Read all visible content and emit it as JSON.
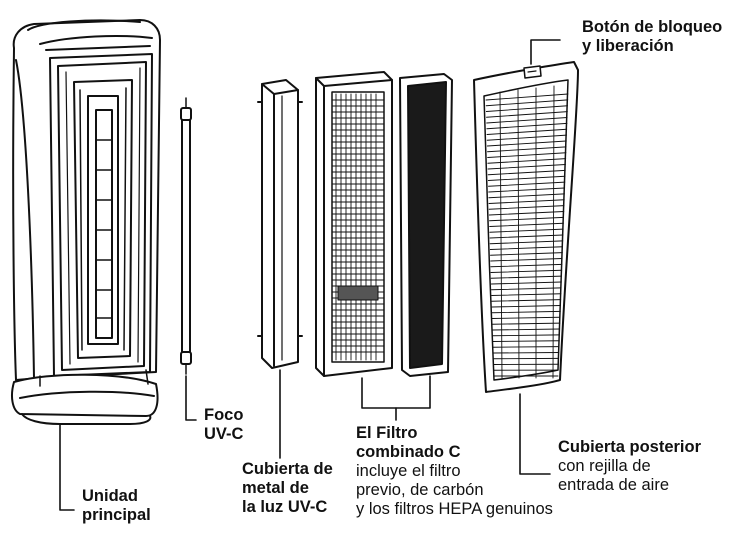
{
  "diagram": {
    "labels": {
      "lock_button": {
        "line1": "Botón de bloqueo",
        "line2": "y liberación"
      },
      "main_unit": {
        "line1": "Unidad",
        "line2": "principal"
      },
      "uvc_bulb": {
        "line1": "Foco",
        "line2": "UV-C"
      },
      "metal_cover": {
        "line1": "Cubierta de",
        "line2": "metal de",
        "line3": "la luz UV-C"
      },
      "filter": {
        "line1": "El Filtro",
        "line2": "combinado C",
        "line3": "incluye el filtro",
        "line4": "previo, de carbón",
        "line5": "y los filtros HEPA genuinos"
      },
      "rear_cover": {
        "line1": "Cubierta posterior",
        "line2": "con rejilla de",
        "line3": "entrada de aire"
      }
    },
    "colors": {
      "line": "#111111",
      "carbon": "#1a1a1a",
      "body": "#ffffff"
    }
  }
}
